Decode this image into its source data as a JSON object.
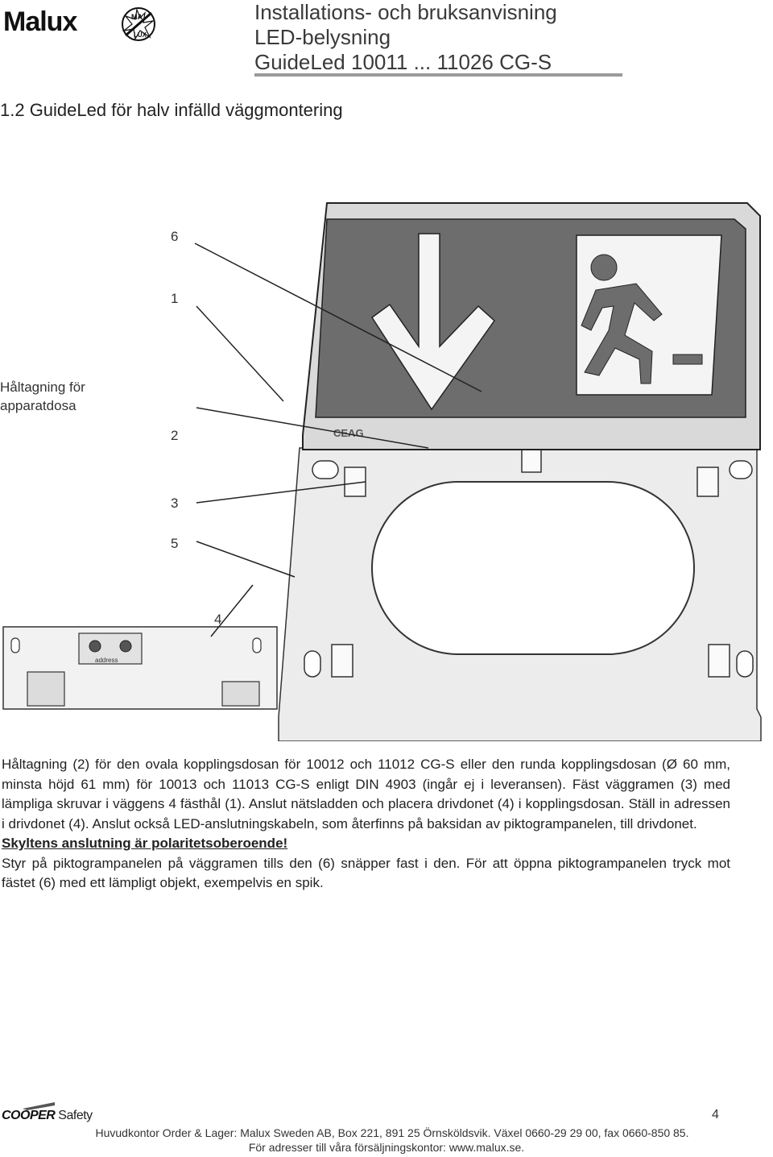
{
  "header": {
    "logo_text": "Malux",
    "logo_badge_top": "MA",
    "logo_badge_bottom": "LUX",
    "title_line1": "Installations- och bruksanvisning",
    "title_line2": "LED-belysning",
    "title_line3": "GuideLed 10011 ... 11026 CG-S"
  },
  "section": {
    "title": "1.2  GuideLed för halv infälld väggmontering"
  },
  "figure": {
    "callouts": {
      "c6": "6",
      "c1": "1",
      "hole_line1": "Håltagning för",
      "hole_line2": "apparatdosa",
      "c2": "2",
      "c3": "3",
      "c5": "5",
      "c4": "4"
    },
    "sign_brand": "CEAG",
    "driver_label": "address",
    "colors": {
      "panel_dark": "#6d6d6d",
      "frame_light": "#e6e6e6",
      "outline": "#2a2a2a"
    }
  },
  "body": {
    "p1": "Håltagning (2) för den ovala kopplingsdosan för 10012 och 11012 CG-S eller den runda kopplingsdosan (Ø 60 mm, minsta höjd 61 mm) för 10013 och 11013 CG-S enligt DIN 4903 (ingår ej i leveransen). Fäst väggramen (3) med lämpliga skruvar i väggens 4 fästhål (1). Anslut nätsladden och placera drivdonet (4) i kopplingsdosan. Ställ in adressen i drivdonet (4). Anslut också LED-anslutningskabeln, som återfinns på baksidan av piktogrampanelen, till drivdonet.",
    "p2": "Skyltens anslutning är polaritetsoberoende!",
    "p3": "Styr på piktogrampanelen på väggramen tills den (6) snäpper fast i den. För att öppna piktogrampanelen tryck mot fästet (6) med ett lämpligt objekt, exempelvis en spik."
  },
  "footer": {
    "cooper_text": "COOPER",
    "safety_text": "Safety",
    "page_number": "4",
    "line1": "Huvudkontor Order & Lager: Malux Sweden AB, Box 221, 891 25 Örnsköldsvik. Växel 0660-29 29 00, fax 0660-850 85.",
    "line2": "För adresser till våra försäljningskontor: www.malux.se."
  }
}
